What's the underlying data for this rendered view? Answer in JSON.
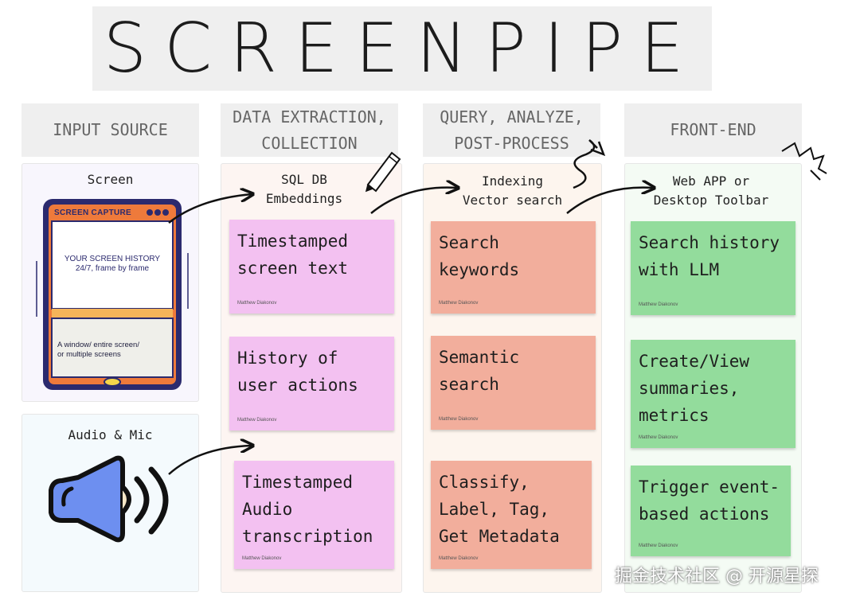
{
  "title": "SCREENPIPE",
  "columns": [
    {
      "header": "INPUT SOURCE"
    },
    {
      "header": "DATA EXTRACTION,\nCOLLECTION"
    },
    {
      "header": "QUERY, ANALYZE,\nPOST-PROCESS"
    },
    {
      "header": "FRONT-END"
    }
  ],
  "input": {
    "screen_title": "Screen",
    "device_label": "SCREEN CAPTURE",
    "device_screen_text": "YOUR SCREEN HISTORY\n24/7, frame by frame",
    "device_caption": "A window/ entire screen/\nor multiple screens",
    "audio_title": "Audio & Mic"
  },
  "extraction": {
    "panel_title": "SQL DB\nEmbeddings",
    "notes": [
      {
        "text": "Timestamped\nscreen text",
        "author": "Matthew Diakonov"
      },
      {
        "text": "History of\nuser actions",
        "author": "Matthew Diakonov"
      },
      {
        "text": "Timestamped\nAudio\ntranscription",
        "author": "Matthew Diakonov"
      }
    ]
  },
  "query": {
    "panel_title": "Indexing\nVector search",
    "notes": [
      {
        "text": "Search\nkeywords",
        "author": "Matthew Diakonov"
      },
      {
        "text": "Semantic\nsearch",
        "author": "Matthew Diakonov"
      },
      {
        "text": "Classify,\nLabel, Tag,\nGet Metadata",
        "author": "Matthew Diakonov"
      }
    ]
  },
  "frontend": {
    "panel_title": "Web APP or\nDesktop Toolbar",
    "notes": [
      {
        "text": "Search history\nwith LLM",
        "author": "Matthew Diakonov"
      },
      {
        "text": "Create/View\nsummaries,\nmetrics",
        "author": "Matthew Diakonov"
      },
      {
        "text": "Trigger event-\nbased actions",
        "author": "Matthew Diakonov"
      }
    ]
  },
  "watermark": "掘金技术社区 @ 开源星探",
  "colors": {
    "sticky_pink": "#f3c1f1",
    "sticky_salmon": "#f2ae9c",
    "sticky_green": "#93dc9c",
    "device_orange": "#ee7a3b",
    "device_frame": "#2b2a6e",
    "speaker_blue": "#6d8ff0"
  },
  "icons": [
    "pencil-icon",
    "squiggle-arrow-icon",
    "sparkle-icon",
    "screen-capture-device-icon",
    "speaker-icon"
  ]
}
